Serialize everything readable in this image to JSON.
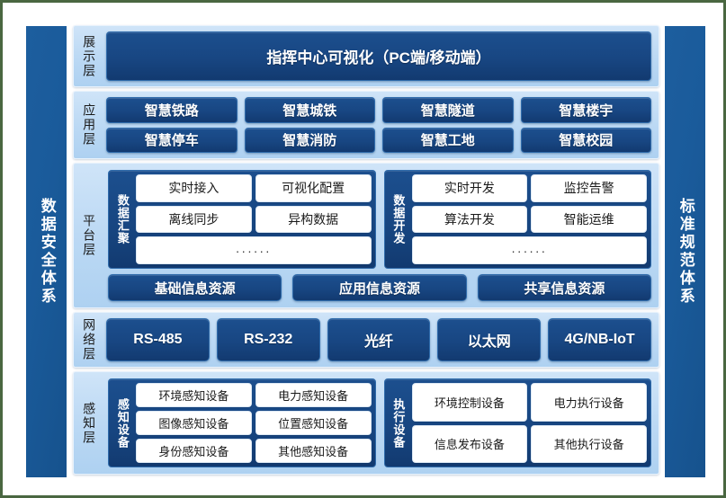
{
  "pillars": {
    "left": "数据安全体系",
    "right": "标准规范体系"
  },
  "layers": {
    "display": {
      "label": "展示层",
      "banner": "指挥中心可视化（PC端/移动端）"
    },
    "application": {
      "label": "应用层",
      "items": [
        "智慧铁路",
        "智慧城铁",
        "智慧隧道",
        "智慧楼宇",
        "智慧停车",
        "智慧消防",
        "智慧工地",
        "智慧校园"
      ]
    },
    "platform": {
      "label": "平台层",
      "groups": [
        {
          "title": "数据汇聚",
          "items": [
            "实时接入",
            "可视化配置",
            "离线同步",
            "异构数据"
          ],
          "more": "······"
        },
        {
          "title": "数据开发",
          "items": [
            "实时开发",
            "监控告警",
            "算法开发",
            "智能运维"
          ],
          "more": "······"
        }
      ],
      "resources": [
        "基础信息资源",
        "应用信息资源",
        "共享信息资源"
      ]
    },
    "network": {
      "label": "网络层",
      "items": [
        "RS-485",
        "RS-232",
        "光纤",
        "以太网",
        "4G/NB-IoT"
      ]
    },
    "sensing": {
      "label": "感知层",
      "groups": [
        {
          "title": "感知设备",
          "items": [
            "环境感知设备",
            "电力感知设备",
            "图像感知设备",
            "位置感知设备",
            "身份感知设备",
            "其他感知设备"
          ]
        },
        {
          "title": "执行设备",
          "items": [
            "环境控制设备",
            "电力执行设备",
            "信息发布设备",
            "其他执行设备"
          ]
        }
      ]
    }
  },
  "colors": {
    "frame_border": "#4a6741",
    "pillar_blue": "#1a5b9b",
    "chip_dark_blue": "#184682",
    "layer_light_blue": "#bcd9f4",
    "chip_white": "#ffffff"
  }
}
